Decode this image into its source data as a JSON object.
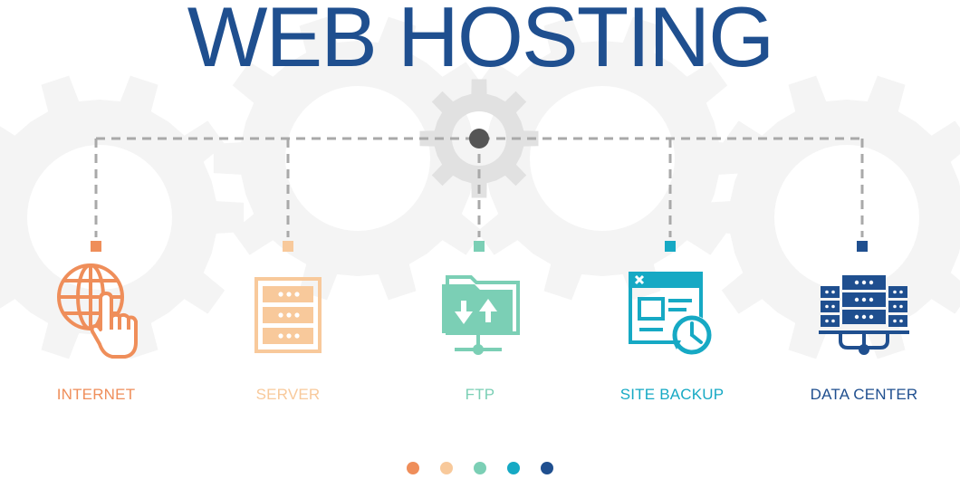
{
  "title": "WEB HOSTING",
  "colors": {
    "title": "#1f4f8f",
    "gear_background": "#f4f4f4",
    "gear_center": "#e1e1e1",
    "connector_line": "#a9a9a9",
    "hub": "#555555"
  },
  "items": [
    {
      "label": "INTERNET",
      "icon": "globe-pointer-icon",
      "color": "#ef8e5a"
    },
    {
      "label": "SERVER",
      "icon": "server-icon",
      "color": "#f8c99b"
    },
    {
      "label": "FTP",
      "icon": "ftp-folder-icon",
      "color": "#7bcfb5"
    },
    {
      "label": "SITE BACKUP",
      "icon": "site-backup-icon",
      "color": "#16a9c4"
    },
    {
      "label": "DATA CENTER",
      "icon": "data-center-icon",
      "color": "#1f4f8f"
    }
  ],
  "pager_dots": [
    "#ef8e5a",
    "#f8c99b",
    "#7bcfb5",
    "#16a9c4",
    "#1f4f8f"
  ]
}
